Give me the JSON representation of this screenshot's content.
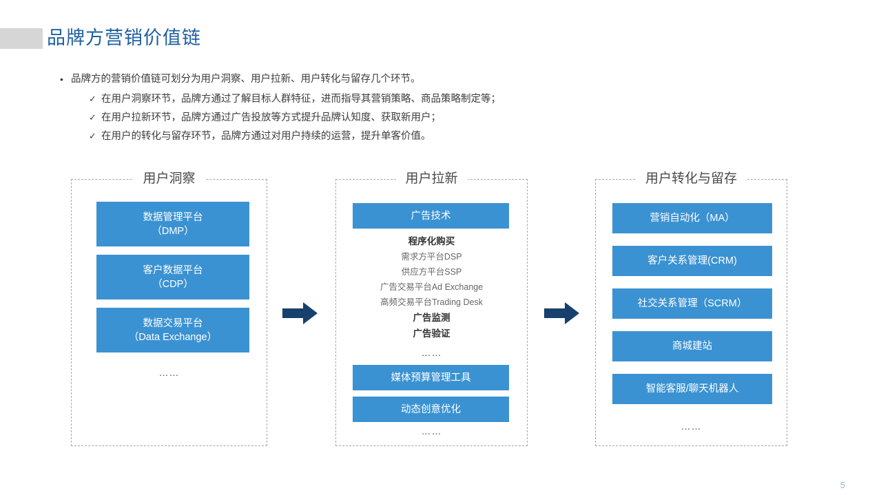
{
  "page_title": "品牌方营销价值链",
  "page_number": "5",
  "colors": {
    "title_blue": "#1f5fa0",
    "box_blue": "#3b92d2",
    "arrow_navy": "#17406d",
    "accent_gray": "#d6d6d6",
    "dash_gray": "#a6a6a6"
  },
  "bullets": {
    "level1": "品牌方的营销价值链可划分为用户洞察、用户拉新、用户转化与留存几个环节。",
    "level2": [
      "在用户洞察环节，品牌方通过了解目标人群特征，进而指导其营销策略、商品策略制定等；",
      "在用户拉新环节，品牌方通过广告投放等方式提升品牌认知度、获取新用户；",
      "在用户的转化与留存环节，品牌方通过对用户持续的运营，提升单客价值。"
    ],
    "bullet_glyph": "•",
    "check_glyph": "✓"
  },
  "stages": [
    {
      "title": "用户洞察",
      "boxes": [
        {
          "line1": "数据管理平台",
          "line2": "（DMP）"
        },
        {
          "line1": "客户数据平台",
          "line2": "（CDP）"
        },
        {
          "line1": "数据交易平台",
          "line2": "（Data Exchange）"
        }
      ],
      "ellipsis": "……"
    },
    {
      "title": "用户拉新",
      "top_box": "广告技术",
      "sub_list": [
        {
          "text": "程序化购买",
          "bold": true
        },
        {
          "text": "需求方平台DSP",
          "bold": false
        },
        {
          "text": "供应方平台SSP",
          "bold": false
        },
        {
          "text": "广告交易平台Ad Exchange",
          "bold": false
        },
        {
          "text": "高频交易平台Trading Desk",
          "bold": false
        },
        {
          "text": "广告监测",
          "bold": true
        },
        {
          "text": "广告验证",
          "bold": true
        }
      ],
      "mid_ellipsis": "……",
      "bottom_boxes": [
        "媒体预算管理工具",
        "动态创意优化"
      ],
      "ellipsis": "……"
    },
    {
      "title": "用户转化与留存",
      "boxes": [
        "营销自动化（MA）",
        "客户关系管理(CRM)",
        "社交关系管理（SCRM）",
        "商城建站",
        "智能客服/聊天机器人"
      ],
      "ellipsis": "……"
    }
  ],
  "arrows": [
    {
      "name": "arrow-insight-to-acquisition"
    },
    {
      "name": "arrow-acquisition-to-conversion"
    }
  ]
}
